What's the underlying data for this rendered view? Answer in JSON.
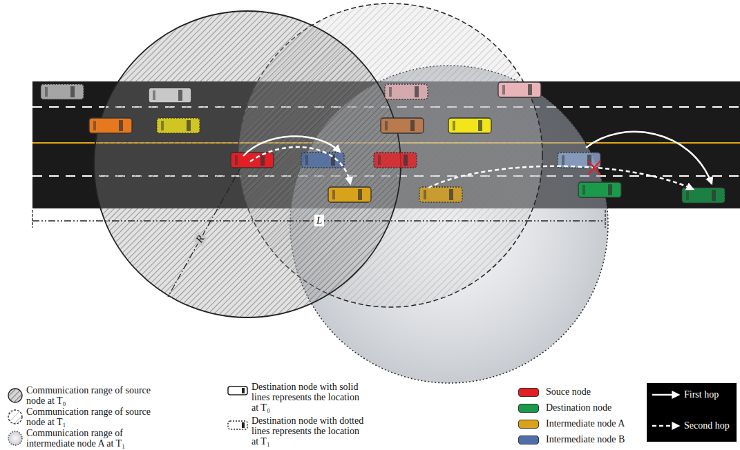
{
  "diagram": {
    "labels": [
      "R",
      "L"
    ],
    "legend": [
      {
        "text": "Communication range of source node at T₀"
      },
      {
        "text": "Communication range of source node at T₁"
      },
      {
        "text": "Communication range of intermediate node A at T₁"
      },
      {
        "text": "Destination node with solid lines represents the location at T₀"
      },
      {
        "text": "Destination node with dotted lines represents the location at T₁"
      },
      {
        "text": "Souce node",
        "color": "#e31e24"
      },
      {
        "text": "Destination node",
        "color": "#1b9a4b"
      },
      {
        "text": "Intermediate node A",
        "color": "#d9a21b"
      },
      {
        "text": "Intermediate node B",
        "color": "#4f6fa8"
      },
      {
        "text": "First hop"
      },
      {
        "text": "Second hop"
      }
    ]
  }
}
